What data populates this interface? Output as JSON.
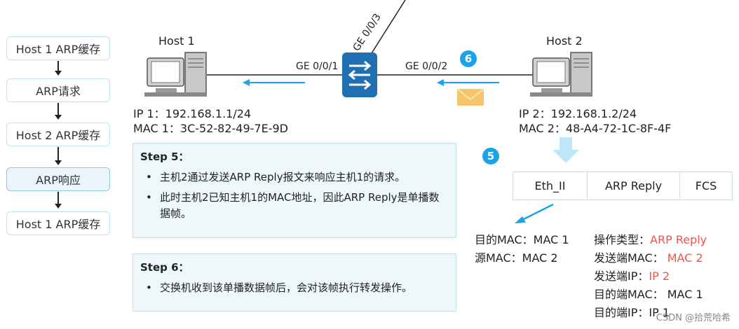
{
  "flow": {
    "items": [
      {
        "label": "Host 1 ARP缓存",
        "active": false
      },
      {
        "label": "ARP请求",
        "active": false
      },
      {
        "label": "Host 2 ARP缓存",
        "active": false
      },
      {
        "label": "ARP响应",
        "active": true
      },
      {
        "label": "Host 1 ARP缓存",
        "active": false
      }
    ]
  },
  "topology": {
    "host1_label": "Host 1",
    "host2_label": "Host 2",
    "port_left": "GE 0/0/1",
    "port_right": "GE 0/0/2",
    "port_up": "GE 0/0/3",
    "host1_ip": "IP 1：192.168.1.1/24",
    "host1_mac": "MAC 1：3C-52-82-49-7E-9D",
    "host2_ip": "IP 2：192.168.1.2/24",
    "host2_mac": "MAC 2：48-A4-72-1C-8F-4F",
    "badge_top": "6",
    "badge_frame": "5"
  },
  "steps": {
    "step5": {
      "title": "Step 5：",
      "bullets": [
        "主机2通过发送ARP Reply报文来响应主机1的请求。",
        "此时主机2已知主机1的MAC地址，因此ARP Reply是单播数据帧。"
      ]
    },
    "step6": {
      "title": "Step 6：",
      "bullets": [
        "交换机收到该单播数据帧后，会对该帧执行转发操作。"
      ]
    }
  },
  "frame": {
    "cells": [
      "Eth_II",
      "ARP Reply",
      "FCS"
    ],
    "eth_fields": [
      "目的MAC：MAC 1",
      "源MAC：MAC 2"
    ],
    "arp_fields": [
      {
        "key": "操作类型：",
        "value": "ARP Reply",
        "highlight": true
      },
      {
        "key": "发送端MAC：",
        "value": "MAC 2",
        "highlight": true
      },
      {
        "key": "发送端IP：",
        "value": "IP 2",
        "highlight": true
      },
      {
        "key": "目的端MAC：",
        "value": "MAC 1",
        "highlight": false
      },
      {
        "key": "目的端IP：",
        "value": "IP 1",
        "highlight": false
      }
    ]
  },
  "watermark": "CSDN @拾荒哈希",
  "colors": {
    "accent": "#1aa3e8",
    "highlight": "#e8584c",
    "switch": "#1f6fb2",
    "envelope": "#f6c46b"
  }
}
